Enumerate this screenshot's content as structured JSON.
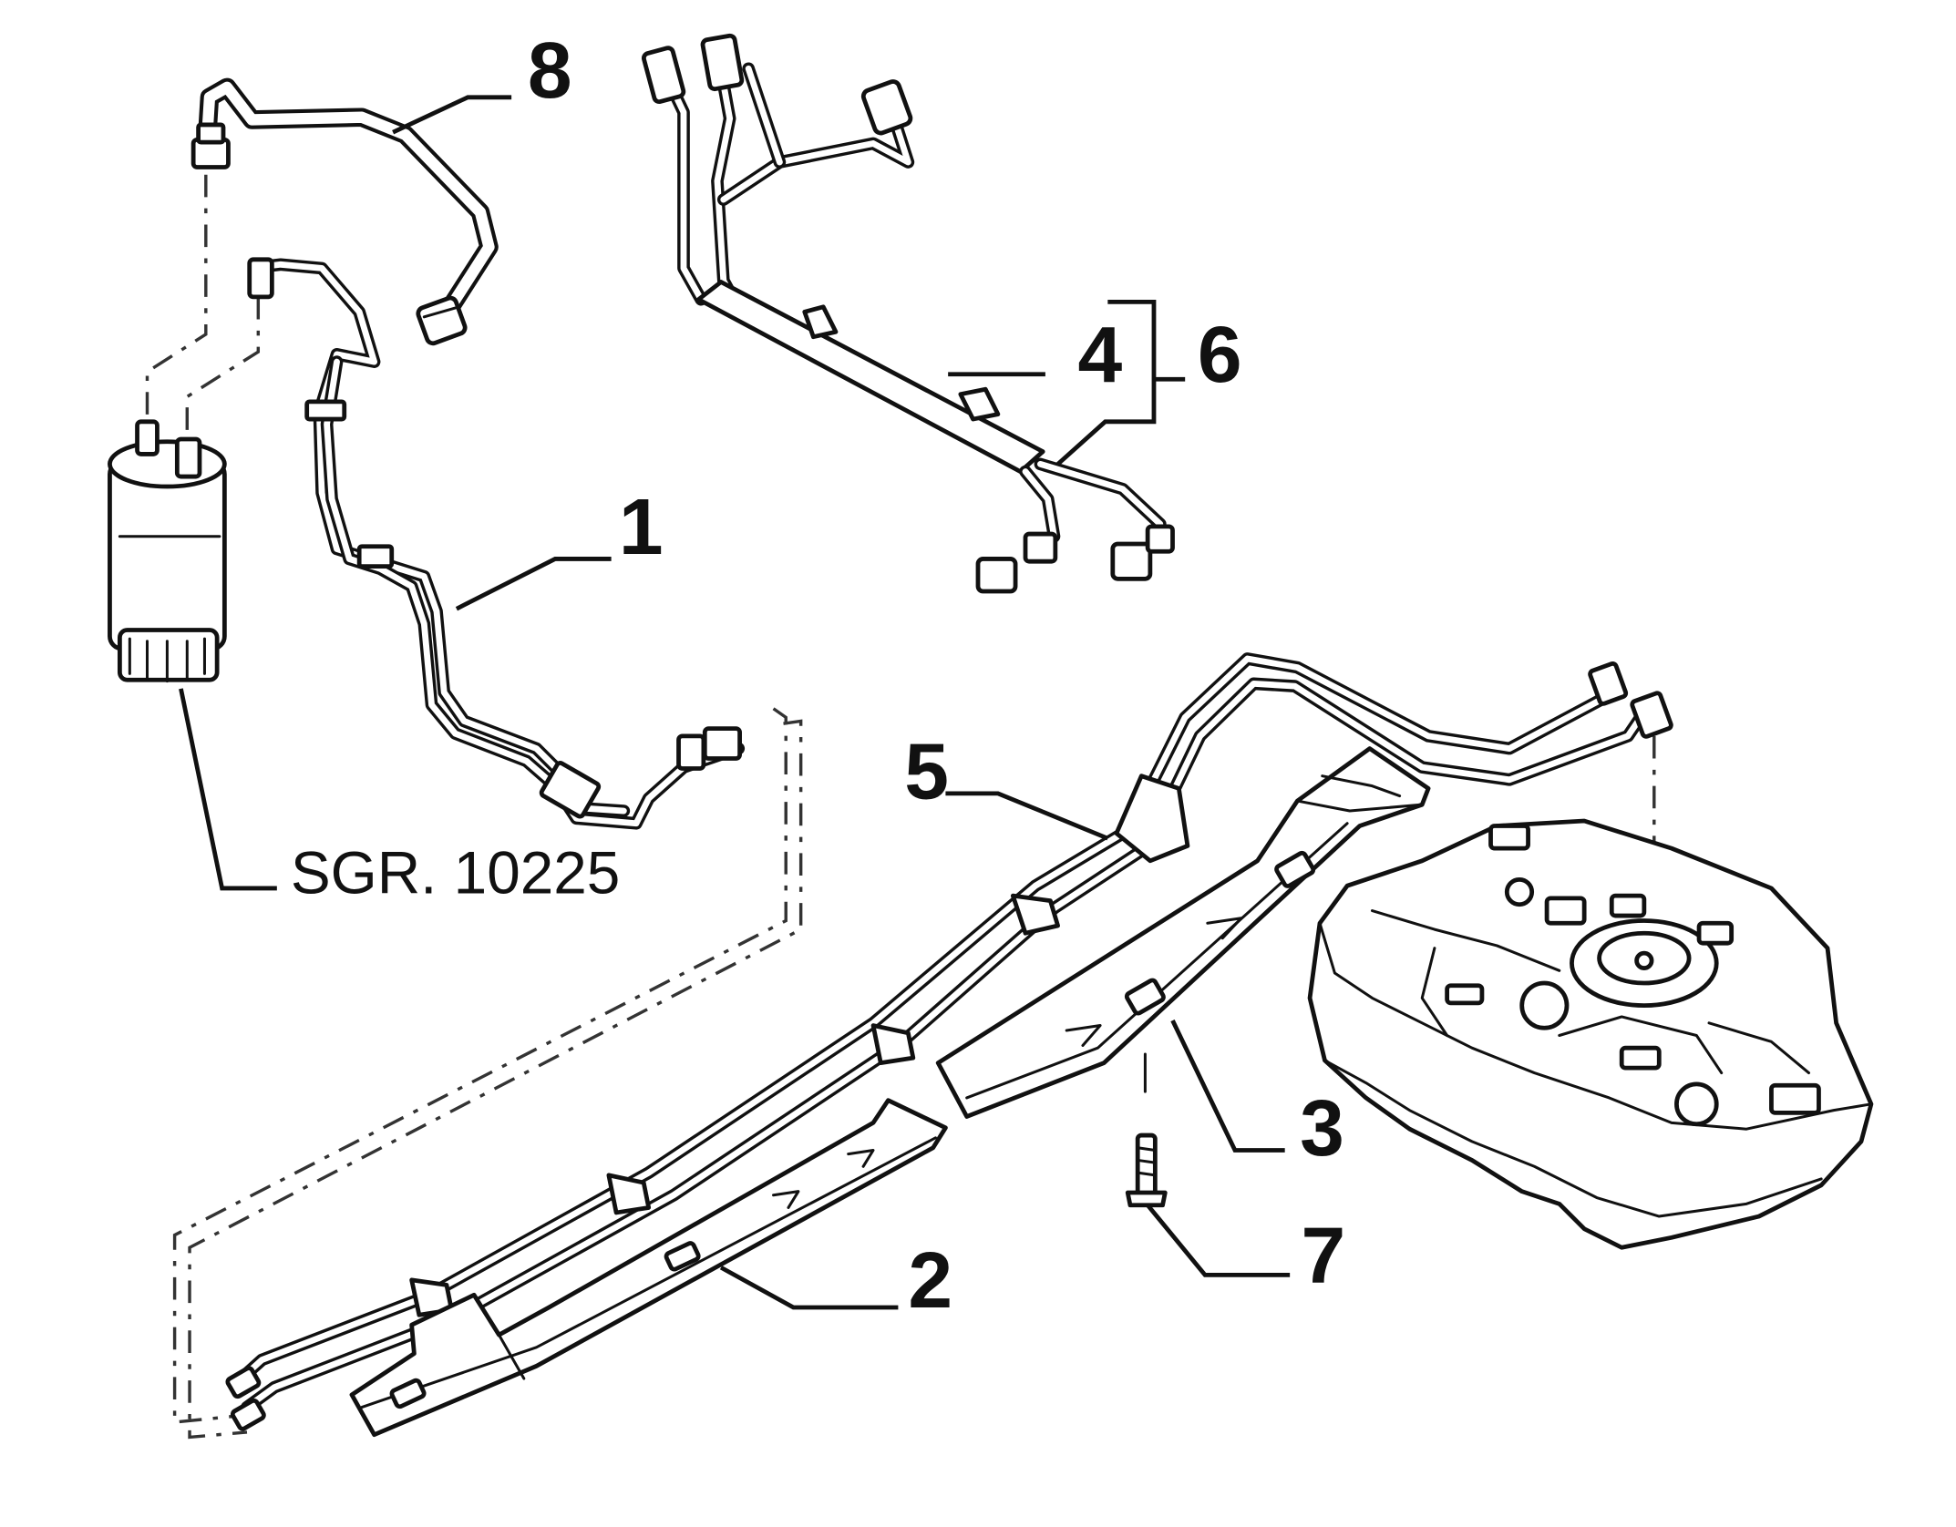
{
  "callouts": {
    "c1": "1",
    "c2": "2",
    "c3": "3",
    "c4": "4",
    "c5": "5",
    "c6": "6",
    "c7": "7",
    "c8": "8"
  },
  "reference": {
    "filter_group": "SGR. 10225"
  }
}
